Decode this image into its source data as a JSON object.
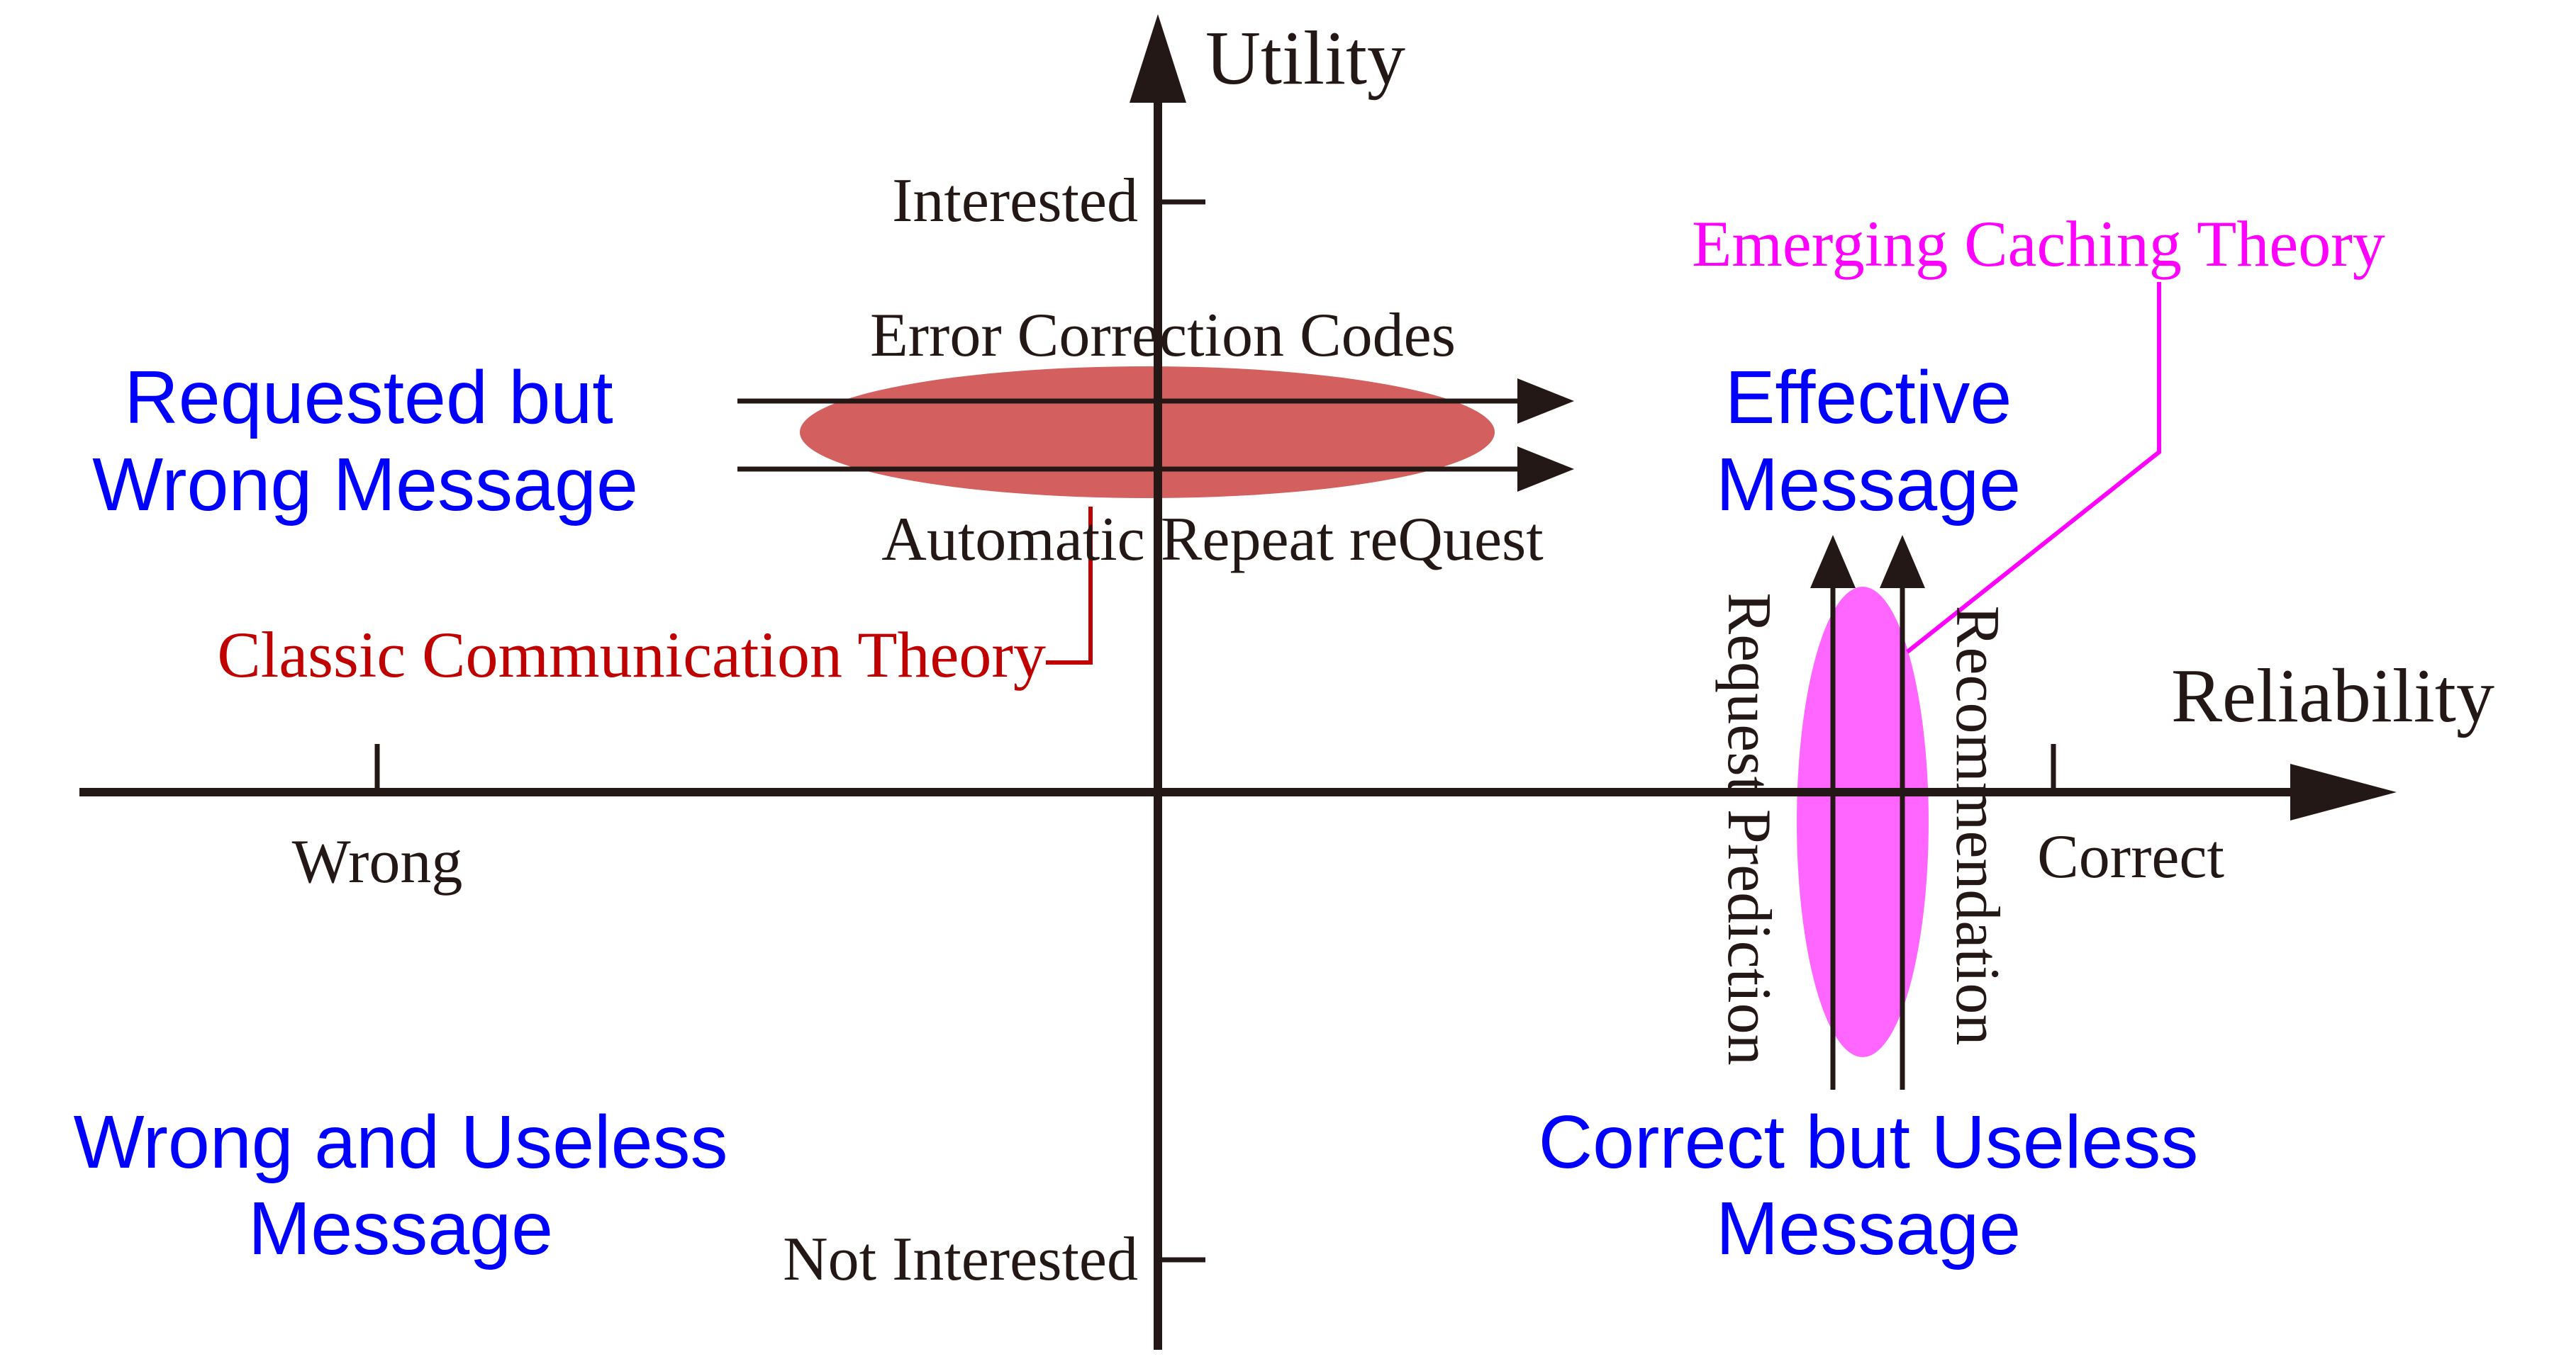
{
  "axes": {
    "x_label": "Reliability",
    "y_label": "Utility",
    "x_ticks": [
      "Wrong",
      "Correct"
    ],
    "y_ticks": [
      "Interested",
      "Not Interested"
    ]
  },
  "quadrants": {
    "top_left": [
      "Requested but",
      "Wrong Message"
    ],
    "top_right": [
      "Effective",
      "Message"
    ],
    "bottom_left": [
      "Wrong and Useless",
      "Message"
    ],
    "bottom_right": [
      "Correct but Useless",
      "Message"
    ]
  },
  "horizontal_arrows": {
    "upper": "Error Correction Codes",
    "lower": "Automatic Repeat reQuest"
  },
  "vertical_arrows": {
    "left": "Request Prediction",
    "right": "Recommendation"
  },
  "theories": {
    "classic": "Classic Communication Theory",
    "emerging": "Emerging Caching Theory"
  },
  "colors": {
    "axis": "#231815",
    "quadrant_text": "#0000ff",
    "classic": "#c00000",
    "classic_fill": "#d45f5f",
    "emerging": "#ff00ff",
    "emerging_fill": "#ff66ff"
  }
}
